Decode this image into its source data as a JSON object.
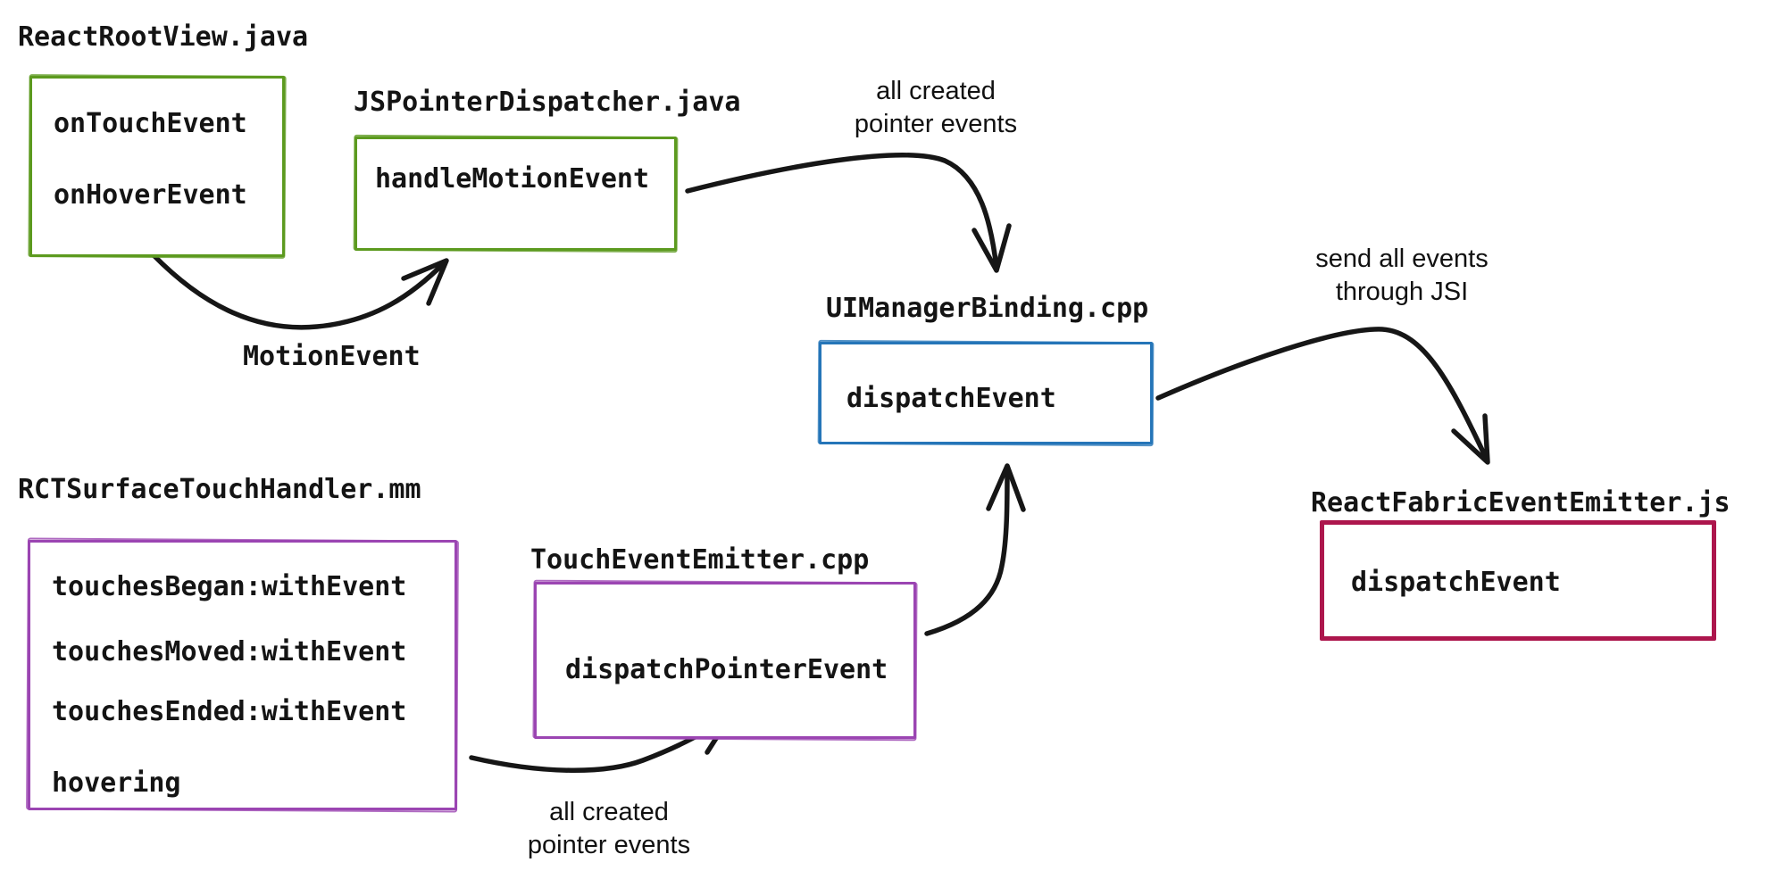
{
  "colors": {
    "green": "#5c9a1f",
    "blue": "#2575b8",
    "purple": "#9b45b2",
    "crimson": "#ad164d",
    "ink": "#161616"
  },
  "nodes": [
    {
      "id": "react-root-view",
      "title": "ReactRootView.java",
      "color": "green",
      "items": [
        "onTouchEvent",
        "onHoverEvent"
      ]
    },
    {
      "id": "js-pointer-dispatcher",
      "title": "JSPointerDispatcher.java",
      "color": "green",
      "items": [
        "handleMotionEvent"
      ]
    },
    {
      "id": "ui-manager-binding",
      "title": "UIManagerBinding.cpp",
      "color": "blue",
      "items": [
        "dispatchEvent"
      ]
    },
    {
      "id": "react-fabric-event-emitter",
      "title": "ReactFabricEventEmitter.js",
      "color": "crimson",
      "items": [
        "dispatchEvent"
      ]
    },
    {
      "id": "rct-surface-touch-handler",
      "title": "RCTSurfaceTouchHandler.mm",
      "color": "purple",
      "items": [
        "touchesBegan:withEvent",
        "touchesMoved:withEvent",
        "touchesEnded:withEvent",
        "hovering"
      ]
    },
    {
      "id": "touch-event-emitter",
      "title": "TouchEventEmitter.cpp",
      "color": "purple",
      "items": [
        "dispatchPointerEvent"
      ]
    }
  ],
  "edges": [
    {
      "from": "react-root-view",
      "to": "js-pointer-dispatcher",
      "label_lines": [
        "MotionEvent"
      ]
    },
    {
      "from": "js-pointer-dispatcher",
      "to": "ui-manager-binding",
      "label_lines": [
        "all created",
        "pointer events"
      ]
    },
    {
      "from": "ui-manager-binding",
      "to": "react-fabric-event-emitter",
      "label_lines": [
        "send all events",
        "through JSI"
      ]
    },
    {
      "from": "rct-surface-touch-handler",
      "to": "touch-event-emitter",
      "label_lines": [
        "all created",
        "pointer events"
      ]
    },
    {
      "from": "touch-event-emitter",
      "to": "ui-manager-binding",
      "label_lines": []
    }
  ]
}
